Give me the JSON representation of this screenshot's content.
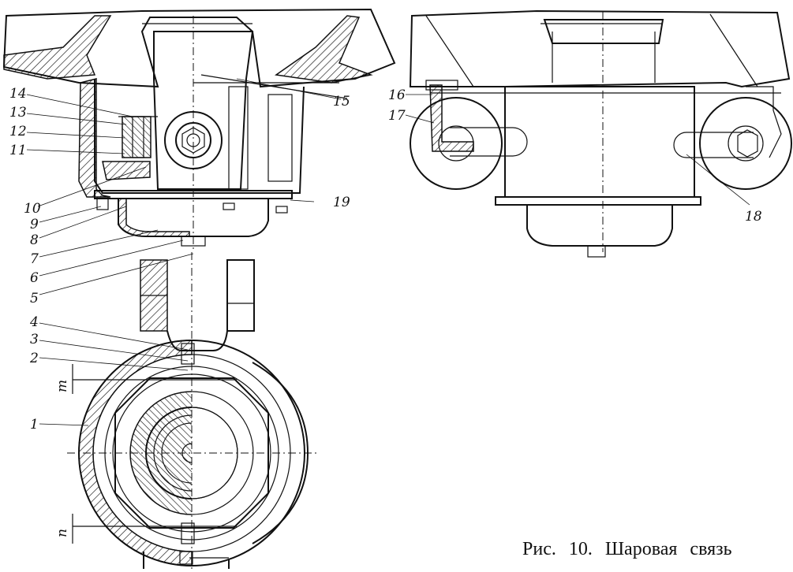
{
  "caption": "Рис. 10. Шаровая связь",
  "labels": {
    "l1": "1",
    "l2": "2",
    "l3": "3",
    "l4": "4",
    "l5": "5",
    "l6": "6",
    "l7": "7",
    "l8": "8",
    "l9": "9",
    "l10": "10",
    "l11": "11",
    "l12": "12",
    "l13": "13",
    "l14": "14",
    "l15": "15",
    "l16": "16",
    "l17": "17",
    "l18": "18",
    "l19": "19",
    "m": "m",
    "n": "n"
  }
}
